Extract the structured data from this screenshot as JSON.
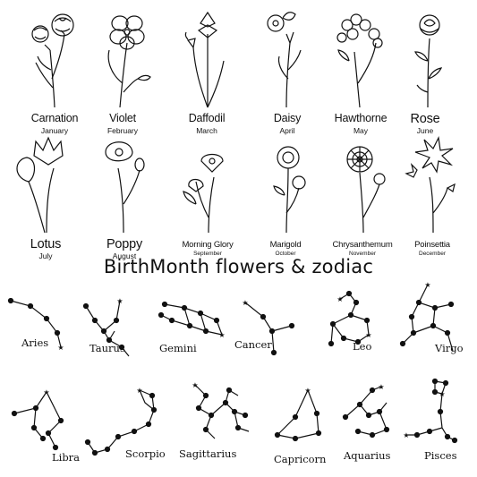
{
  "title": "BirthMonth flowers & zodiac",
  "flowers": [
    {
      "name": "Carnation",
      "month": "January",
      "icon": "carnation-icon"
    },
    {
      "name": "Violet",
      "month": "February",
      "icon": "violet-icon"
    },
    {
      "name": "Daffodil",
      "month": "March",
      "icon": "daffodil-icon"
    },
    {
      "name": "Daisy",
      "month": "April",
      "icon": "daisy-icon"
    },
    {
      "name": "Hawthorne",
      "month": "May",
      "icon": "hawthorne-icon"
    },
    {
      "name": "Rose",
      "month": "June",
      "icon": "rose-icon"
    },
    {
      "name": "Lotus",
      "month": "July",
      "icon": "lotus-icon"
    },
    {
      "name": "Poppy",
      "month": "August",
      "icon": "poppy-icon"
    },
    {
      "name": "Morning Glory",
      "month": "September",
      "icon": "morning-glory-icon"
    },
    {
      "name": "Marigold",
      "month": "October",
      "icon": "marigold-icon"
    },
    {
      "name": "Chrysanthemum",
      "month": "November",
      "icon": "chrysanthemum-icon"
    },
    {
      "name": "Poinsettia",
      "month": "December",
      "icon": "poinsettia-icon"
    }
  ],
  "zodiac": [
    {
      "name": "Aries",
      "icon": "aries-constellation-icon"
    },
    {
      "name": "Taurus",
      "icon": "taurus-constellation-icon"
    },
    {
      "name": "Gemini",
      "icon": "gemini-constellation-icon"
    },
    {
      "name": "Cancer",
      "icon": "cancer-constellation-icon"
    },
    {
      "name": "Leo",
      "icon": "leo-constellation-icon"
    },
    {
      "name": "Virgo",
      "icon": "virgo-constellation-icon"
    },
    {
      "name": "Libra",
      "icon": "libra-constellation-icon"
    },
    {
      "name": "Scorpio",
      "icon": "scorpio-constellation-icon"
    },
    {
      "name": "Sagittarius",
      "icon": "sagittarius-constellation-icon"
    },
    {
      "name": "Capricorn",
      "icon": "capricorn-constellation-icon"
    },
    {
      "name": "Aquarius",
      "icon": "aquarius-constellation-icon"
    },
    {
      "name": "Pisces",
      "icon": "pisces-constellation-icon"
    }
  ],
  "colors": {
    "ink": "#111111",
    "background": "#ffffff"
  }
}
